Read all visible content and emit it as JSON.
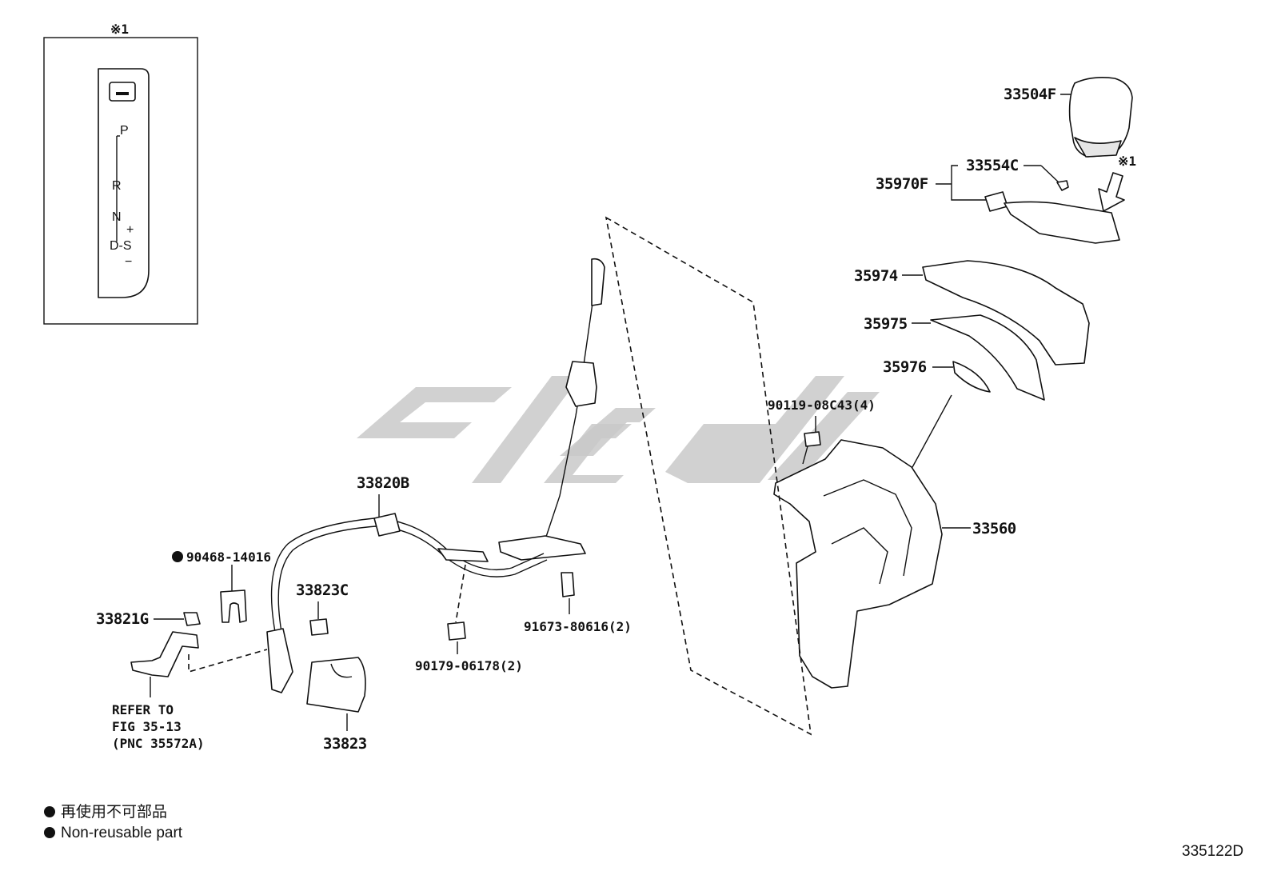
{
  "diagram": {
    "figure_code": "335122D",
    "callouts": {
      "inset_ref": "※1",
      "arrow_ref": "※1"
    },
    "selector_labels": {
      "p": "P",
      "r": "R",
      "n": "N",
      "ds": "D-S",
      "plus": "+",
      "minus": "−"
    },
    "parts": {
      "knob": "33504F",
      "clip": "33554C",
      "indicator_assy": "35970F",
      "cover_upper": "35974",
      "cover_plate": "35975",
      "cover_strip": "35976",
      "bolt_upper": "90119-08C43(4)",
      "shift_lever_assy": "33560",
      "cable": "33820B",
      "retainer_clip": "90468-14016",
      "clip_nut": "33823C",
      "bracket_nut": "33821G",
      "nut_lower": "90179-06178(2)",
      "bolt_lower": "91673-80616(2)",
      "cover_lower": "33823"
    },
    "refer_note": {
      "line1": "REFER TO",
      "line2": "FIG 35-13",
      "line3": "(PNC 35572A)"
    },
    "legend": {
      "jp": "再使用不可部品",
      "en": "Non-reusable part"
    }
  }
}
